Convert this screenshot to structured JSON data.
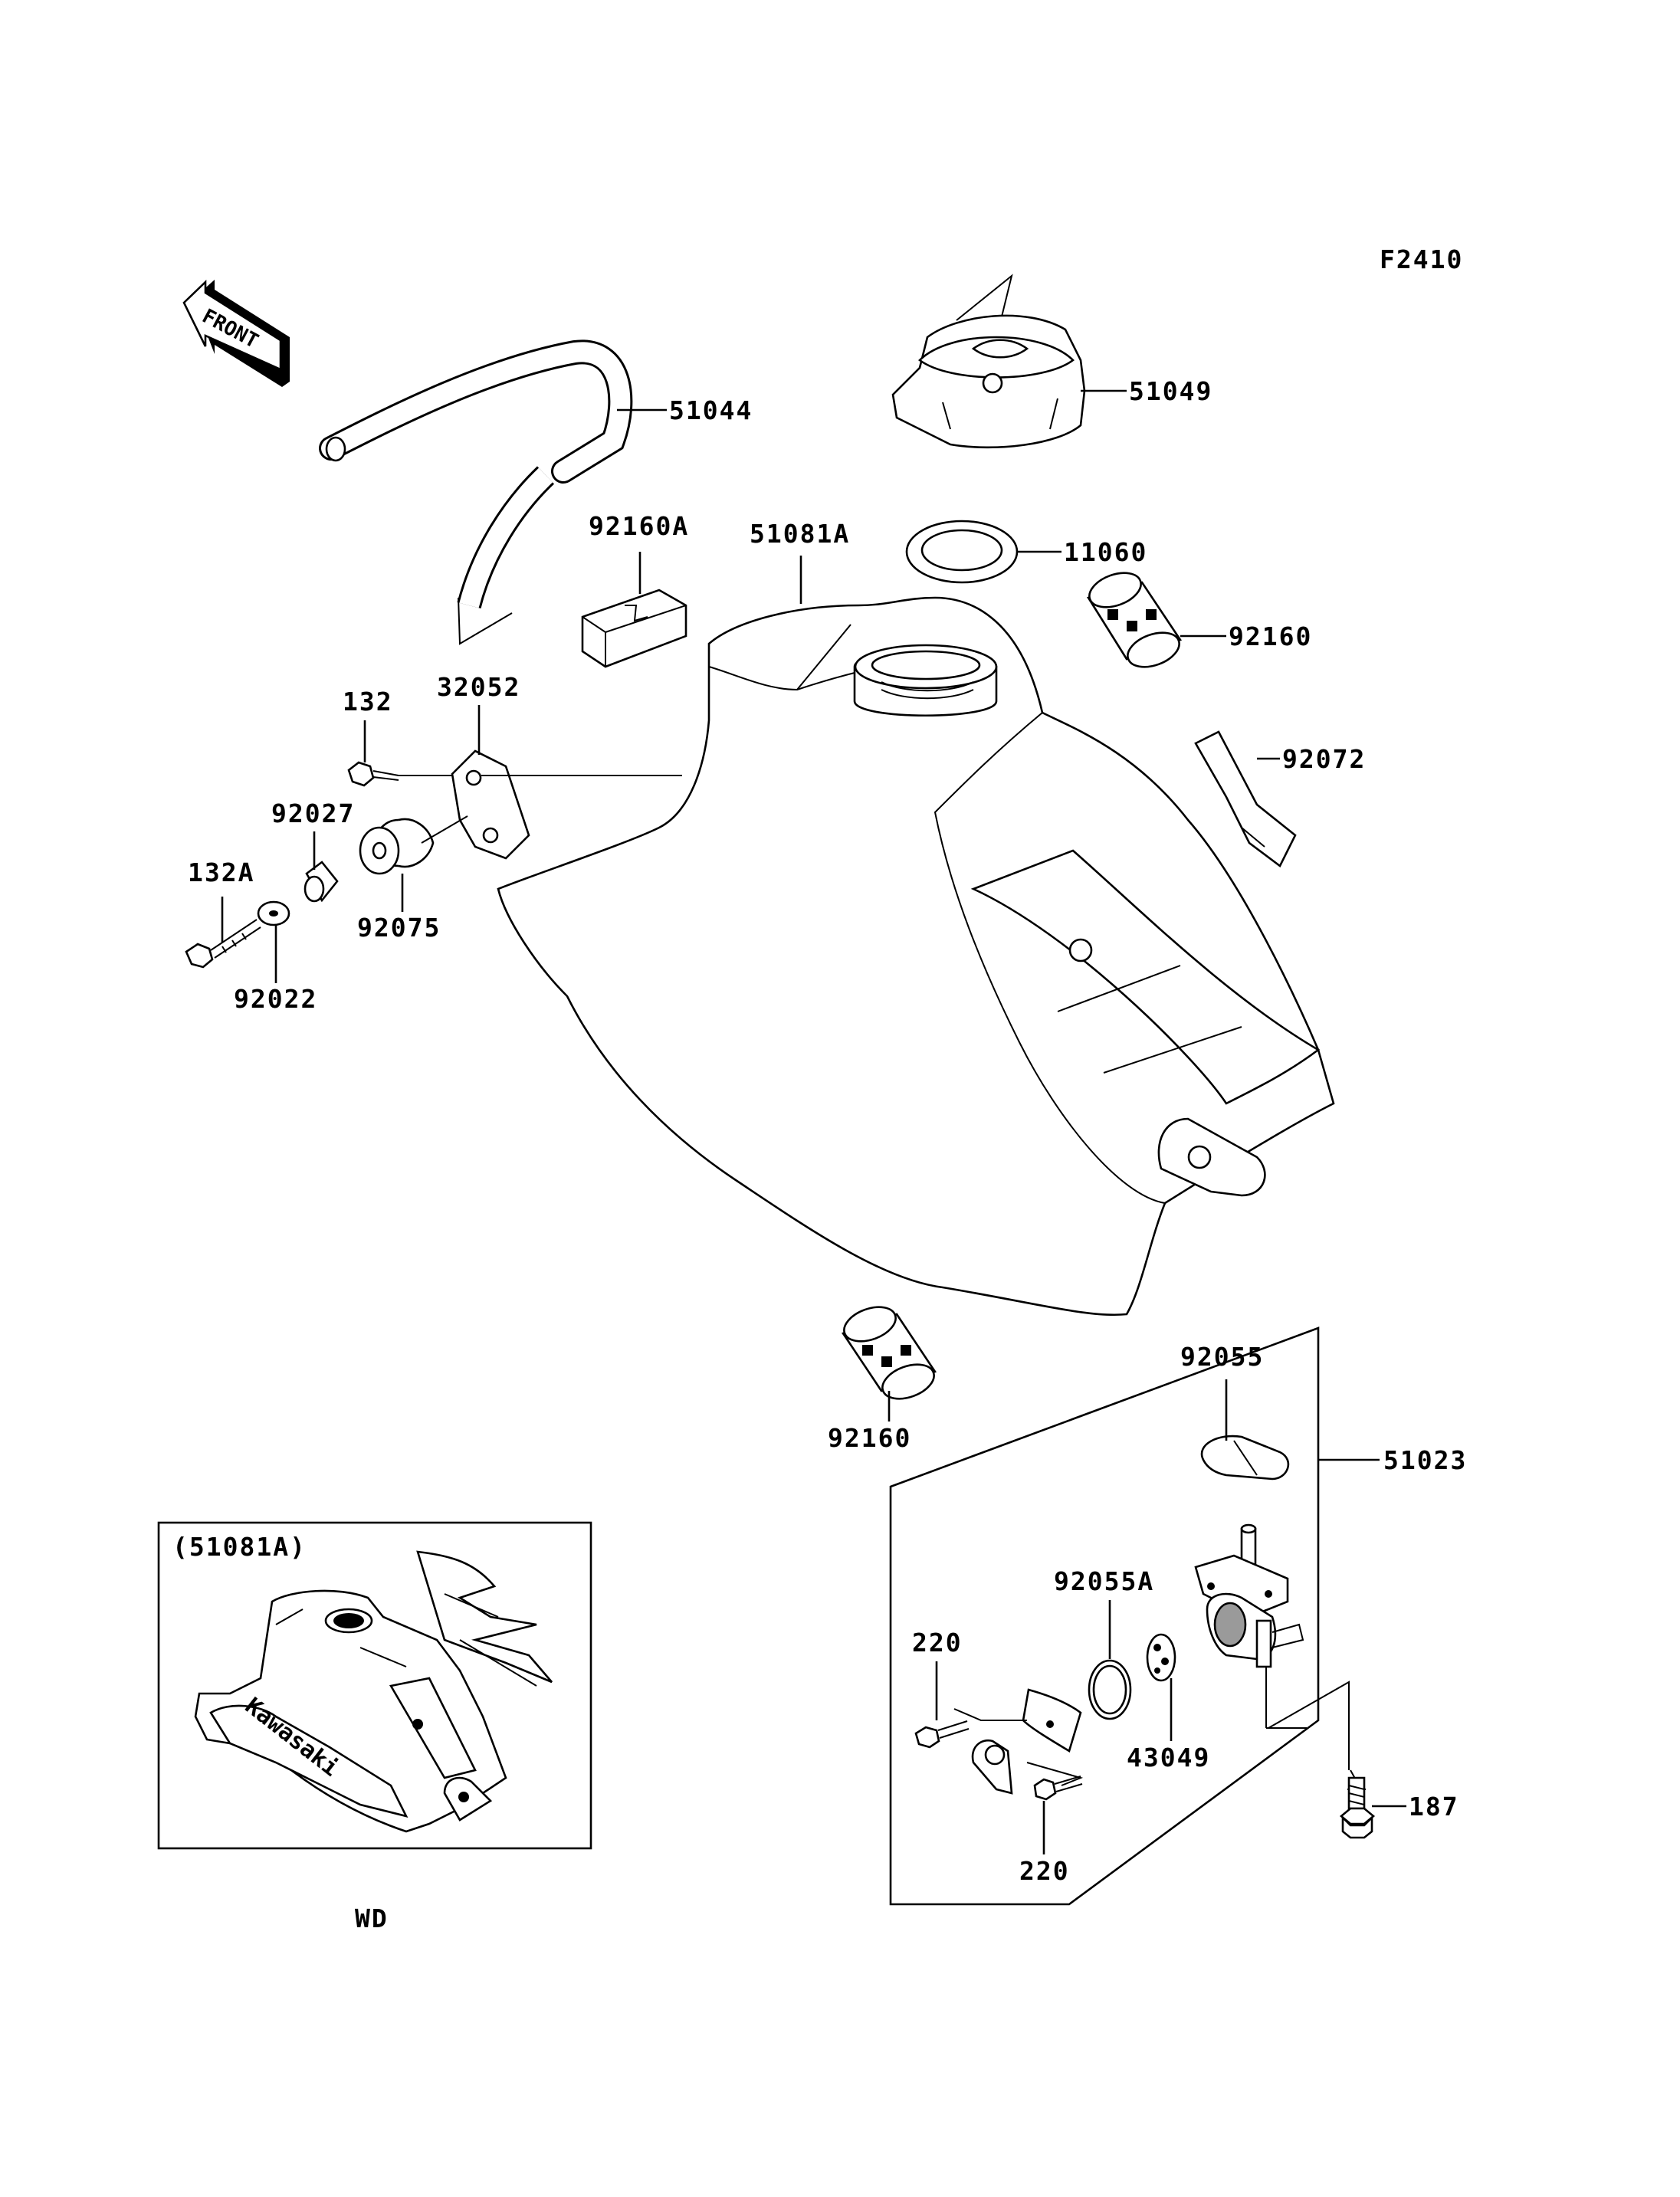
{
  "figure_code": "F2410",
  "front_arrow_label": "FRONT",
  "callouts": {
    "p51044": "51044",
    "p51049": "51049",
    "p92160A": "92160A",
    "p51081A": "51081A",
    "p11060": "11060",
    "p92160_top": "92160",
    "p92072": "92072",
    "p132": "132",
    "p32052": "32052",
    "p92027": "92027",
    "p132A": "132A",
    "p92075": "92075",
    "p92022": "92022",
    "p92160_bottom": "92160",
    "p92055": "92055",
    "p51023": "51023",
    "p92055A": "92055A",
    "p220_top": "220",
    "p43049": "43049",
    "p220_bottom": "220",
    "p187": "187"
  },
  "inset": {
    "title": "(51081A)",
    "caption": "WD",
    "decal_text": "Kawasaki"
  }
}
